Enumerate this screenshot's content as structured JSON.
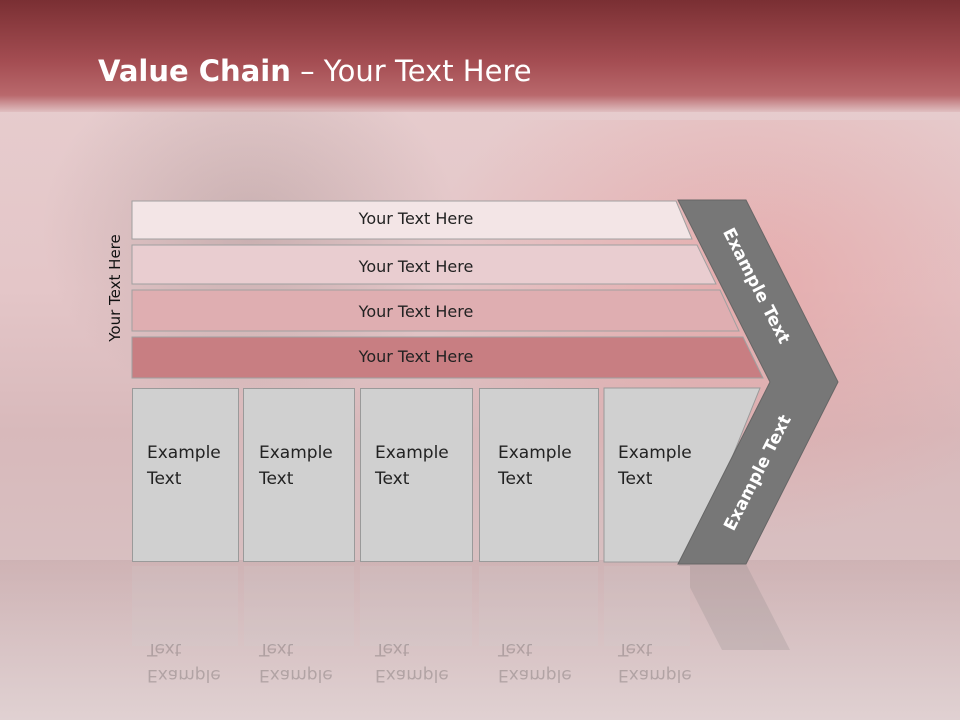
{
  "slide": {
    "title_bold": "Value Chain",
    "title_rest": " – Your Text Here",
    "side_label": "Your Text Here",
    "rows": [
      "Your Text Here",
      "Your Text Here",
      "Your Text Here",
      "Your Text Here"
    ],
    "row_colors": [
      "#f3e5e6",
      "#e9cdd0",
      "#dfaeb1",
      "#c87e82"
    ],
    "boxes": [
      {
        "line1": "Example",
        "line2": "Text"
      },
      {
        "line1": "Example",
        "line2": "Text"
      },
      {
        "line1": "Example",
        "line2": "Text"
      },
      {
        "line1": "Example",
        "line2": "Text"
      },
      {
        "line1": "Example",
        "line2": "Text"
      }
    ],
    "chevron_top": "Example Text",
    "chevron_bottom": "Example Text",
    "chevron_color": "#777777"
  }
}
